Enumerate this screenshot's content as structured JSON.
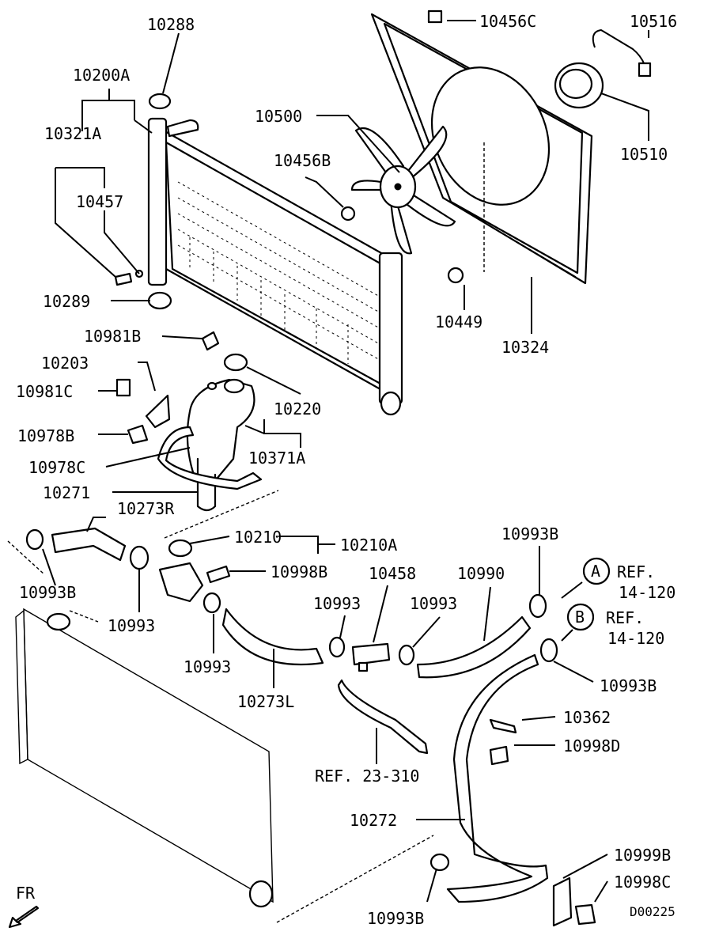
{
  "labels": {
    "p10288": "10288",
    "p10200A": "10200A",
    "p10321A": "10321A",
    "p10457": "10457",
    "p10289": "10289",
    "p10456C": "10456C",
    "p10516": "10516",
    "p10500": "10500",
    "p10456B": "10456B",
    "p10510": "10510",
    "p10449": "10449",
    "p10324": "10324",
    "p10981B": "10981B",
    "p10203": "10203",
    "p10981C": "10981C",
    "p10220": "10220",
    "p10978B": "10978B",
    "p10371A": "10371A",
    "p10978C": "10978C",
    "p10271": "10271",
    "p10273R": "10273R",
    "p10210": "10210",
    "p10210A": "10210A",
    "p10993B_a": "10993B",
    "p10993B_left": "10993B",
    "p10993_left": "10993",
    "p10998B": "10998B",
    "p10458": "10458",
    "p10990": "10990",
    "p10993_mid1": "10993",
    "p10993_mid2": "10993",
    "p10993_low": "10993",
    "p10273L": "10273L",
    "circleA": "A",
    "refA1": "REF.",
    "refA2": "14-120",
    "circleB": "B",
    "refB1": "REF.",
    "refB2": "14-120",
    "p10993B_right": "10993B",
    "p10362": "10362",
    "p10998D": "10998D",
    "ref23": "REF. 23-310",
    "p10272": "10272",
    "p10999B": "10999B",
    "p10998C": "10998C",
    "p10993B_bottom": "10993B",
    "fr": "FR",
    "diagramId": "D00225"
  }
}
